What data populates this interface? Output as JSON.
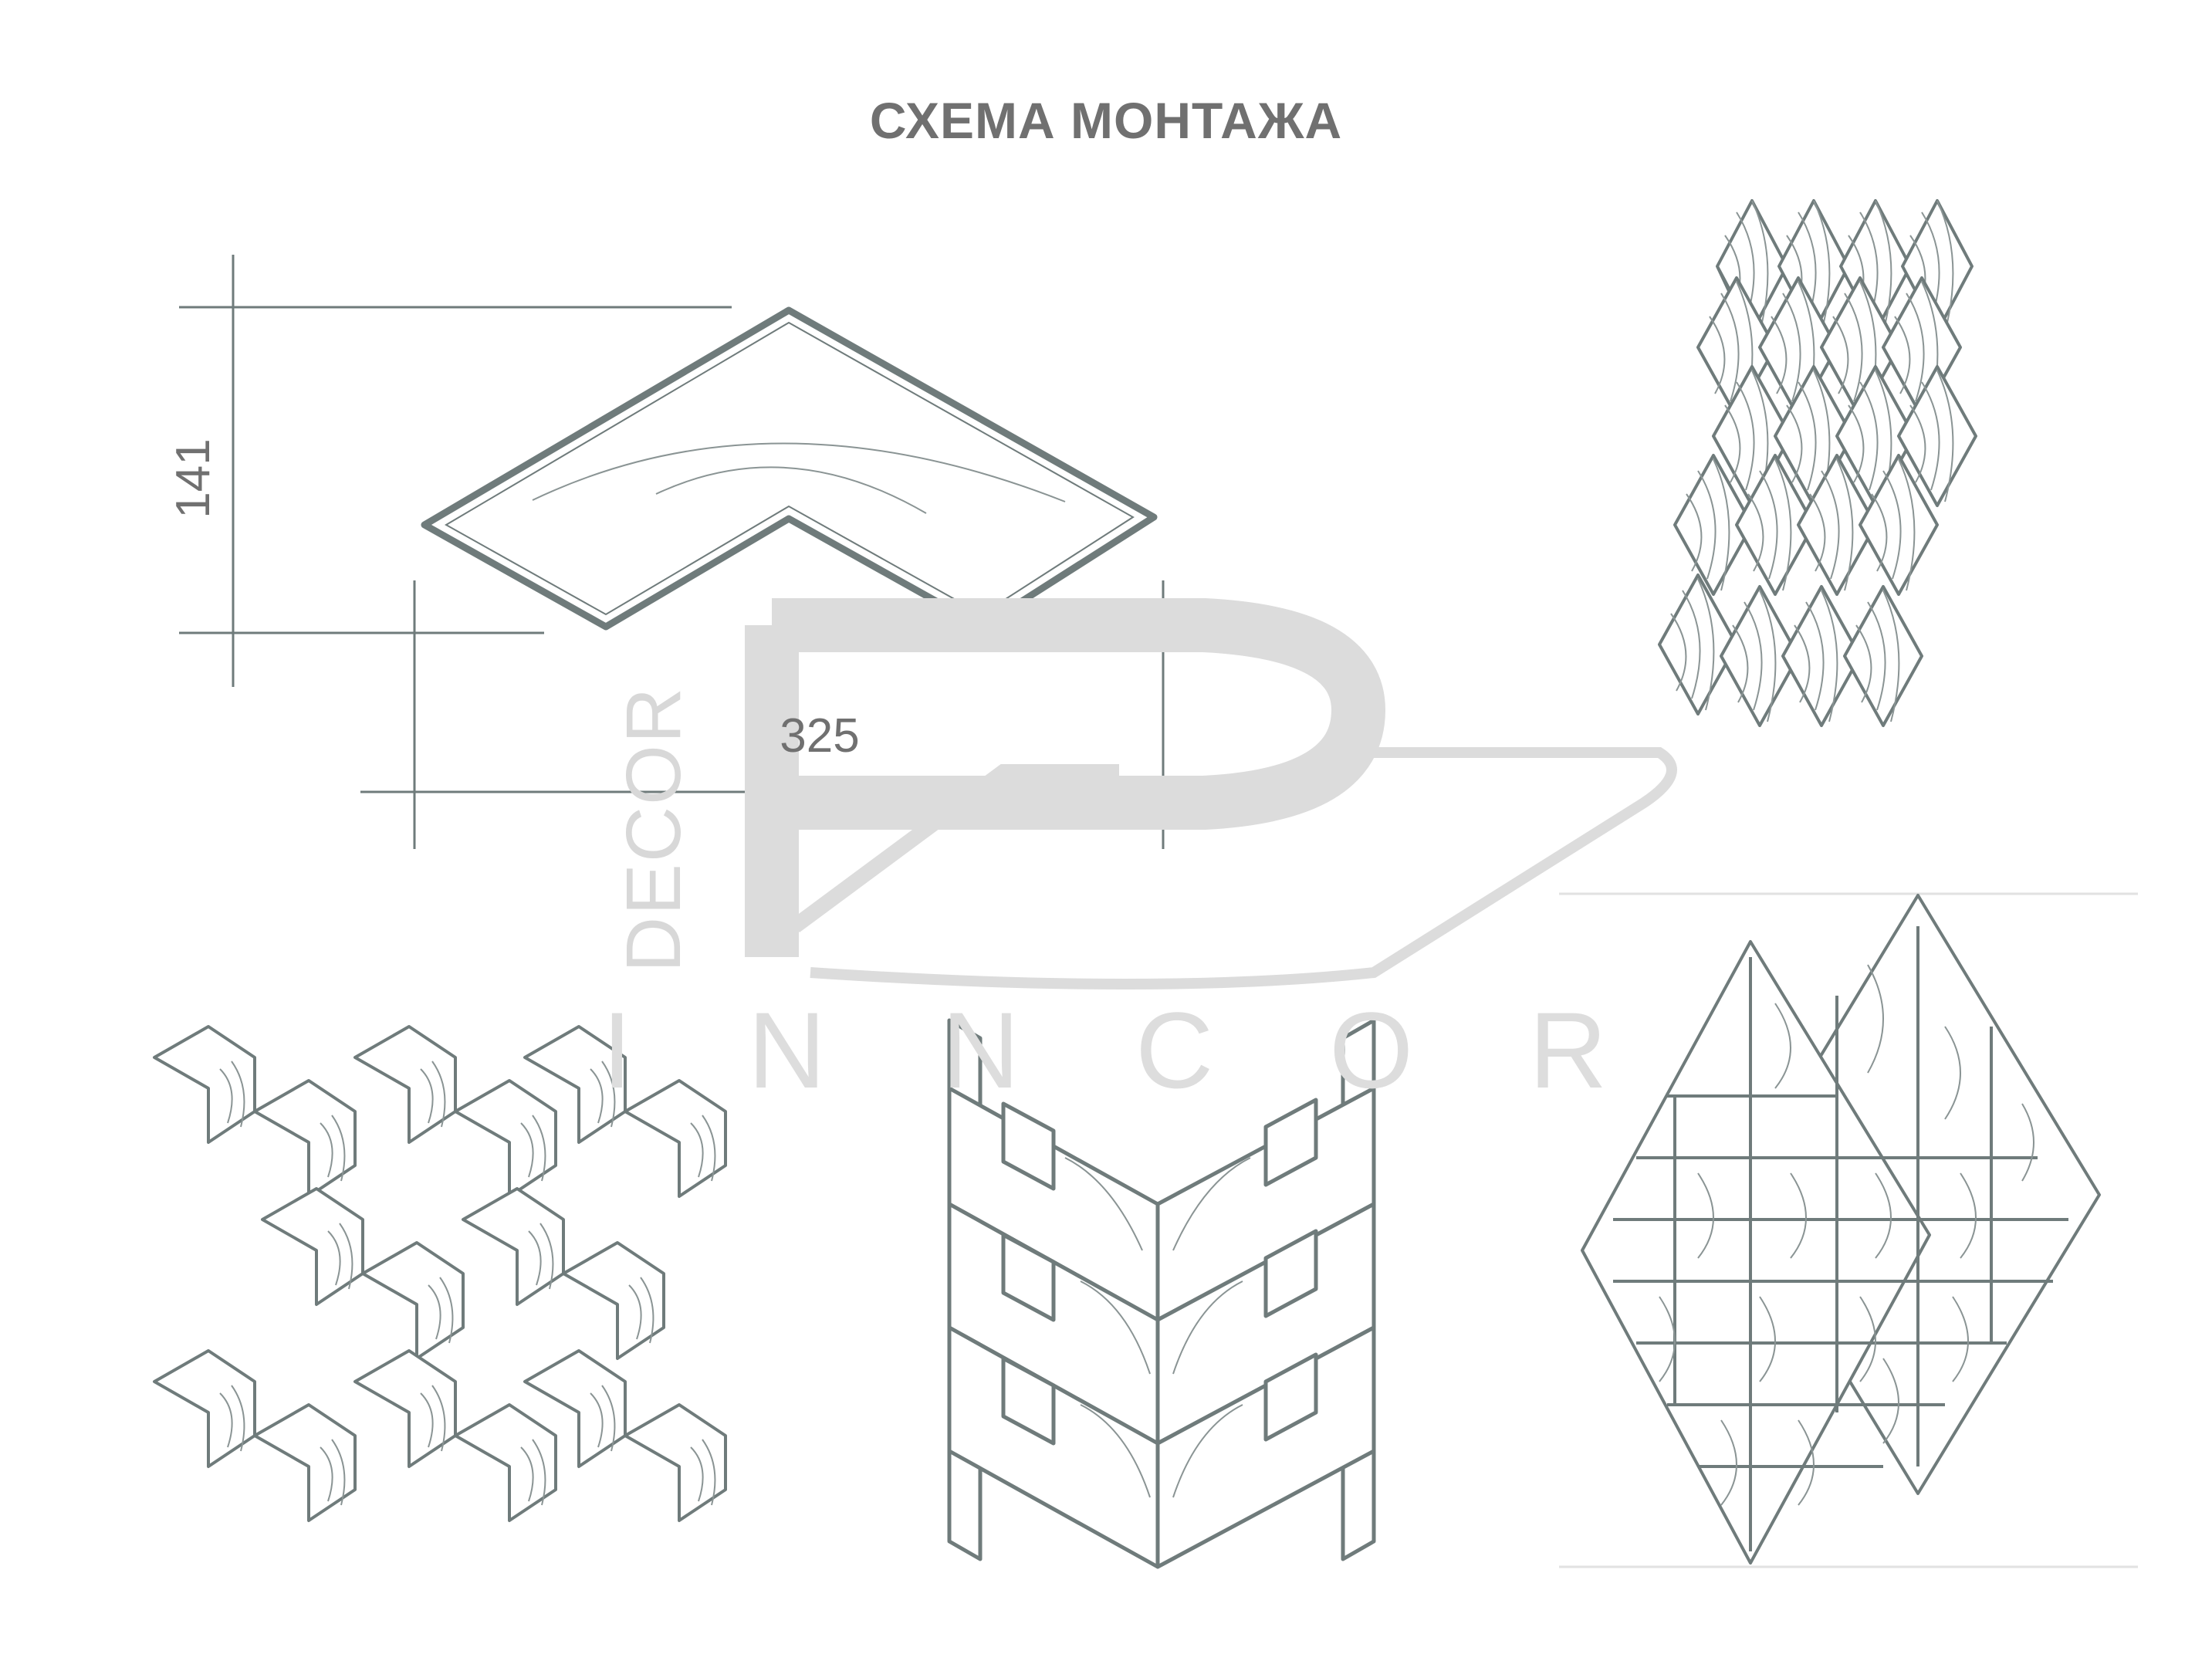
{
  "title": "СХЕМА МОНТАЖА",
  "dimensions": {
    "height_label": "141",
    "width_label": "325"
  },
  "watermark": {
    "vertical_text": "DECOR",
    "horizontal_text": "INNCOR"
  },
  "colors": {
    "line": "#6f7b7b",
    "text": "#707070",
    "watermark": "#dcdcdc"
  }
}
